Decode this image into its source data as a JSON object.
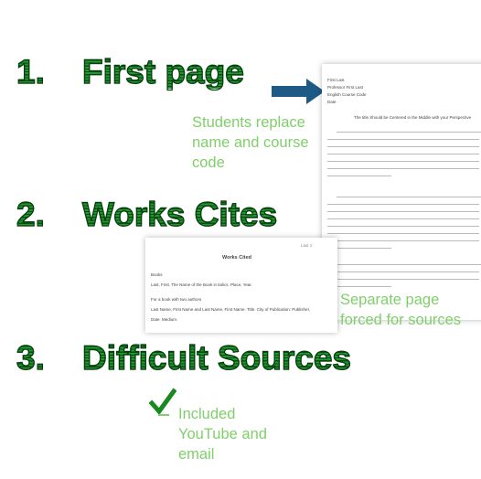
{
  "items": [
    {
      "number": "1.",
      "title": "First page"
    },
    {
      "number": "2.",
      "title": "Works Cites"
    },
    {
      "number": "3.",
      "title": "Difficult Sources"
    }
  ],
  "captions": {
    "first_page": [
      "Students replace",
      "name and course",
      "code"
    ],
    "sources": [
      "Separate page",
      "forced for sources"
    ],
    "difficult": [
      "Included",
      "YouTube and",
      "email"
    ]
  },
  "first_page_doc": {
    "header_lines": [
      "First Last",
      "Professor First Last",
      "English Course Code",
      "Date"
    ],
    "title": "The title Should be Centered in the Middle with your Perspective"
  },
  "works_cited_doc": {
    "page_number": "Last 1",
    "title": "Works Cited",
    "lines": [
      "Books",
      "Last, First. The Name of the Book in italics. Place, Year.",
      "",
      "For a book with two authors",
      "Last Name, First Name and Last Name, First Name. Title. City of Publication: Publisher,",
      "Date. Medium."
    ]
  },
  "colors": {
    "heading_green": "#1d9a2c",
    "caption_green": "#7fcf6a",
    "arrow": "#1d5a86",
    "check": "#1a8a1e"
  },
  "icons": {
    "arrow": "arrow-right-icon",
    "check": "checkmark-icon"
  }
}
